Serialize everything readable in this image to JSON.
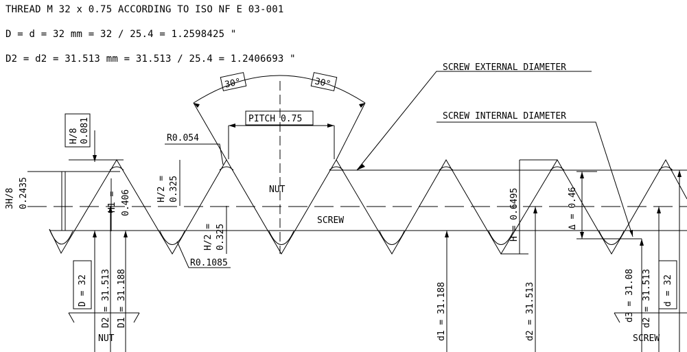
{
  "header": {
    "line1": "THREAD M 32 x 0.75 ACCORDING TO ISO NF E 03-001",
    "line2": "D = d = 32 mm = 32 / 25.4 = 1.2598425 \"",
    "line3": "D2 = d2 = 31.513 mm = 31.513 / 25.4 = 1.2406693 \""
  },
  "labels": {
    "angle_left": "30°",
    "angle_right": "30°",
    "pitch": "PITCH 0.75",
    "screw_external": "SCREW EXTERNAL DIAMETER",
    "screw_internal": "SCREW INTERNAL DIAMETER",
    "r_crest": "R0.054",
    "r_root": "R0.1085",
    "nut": "NUT",
    "screw": "SCREW",
    "nut_bottom": "NUT",
    "screw_bottom": "SCREW"
  },
  "dimensions": {
    "h8": "H/8",
    "h8_val": "0.081",
    "h3_8": "3H/8",
    "h3_8_val": "0.2435",
    "h1": "H1 =",
    "h1_val": "0.406",
    "h2_top": "H/2 =",
    "h2_top_val": "0.325",
    "h2_bot": "H/2 =",
    "h2_bot_val": "0.325",
    "h_full": "H = 0.6495",
    "delta": "Δ = 0.46",
    "big_d_left": "D = 32",
    "d2_left": "D2 = 31.513",
    "d1_left": "D1 = 31.188",
    "d1_mid": "d1 = 31.188",
    "d2_mid": "d2 = 31.513",
    "d3_right": "d3 = 31.08",
    "d2_right": "d2 = 31.513",
    "d_right": "d = 32"
  }
}
